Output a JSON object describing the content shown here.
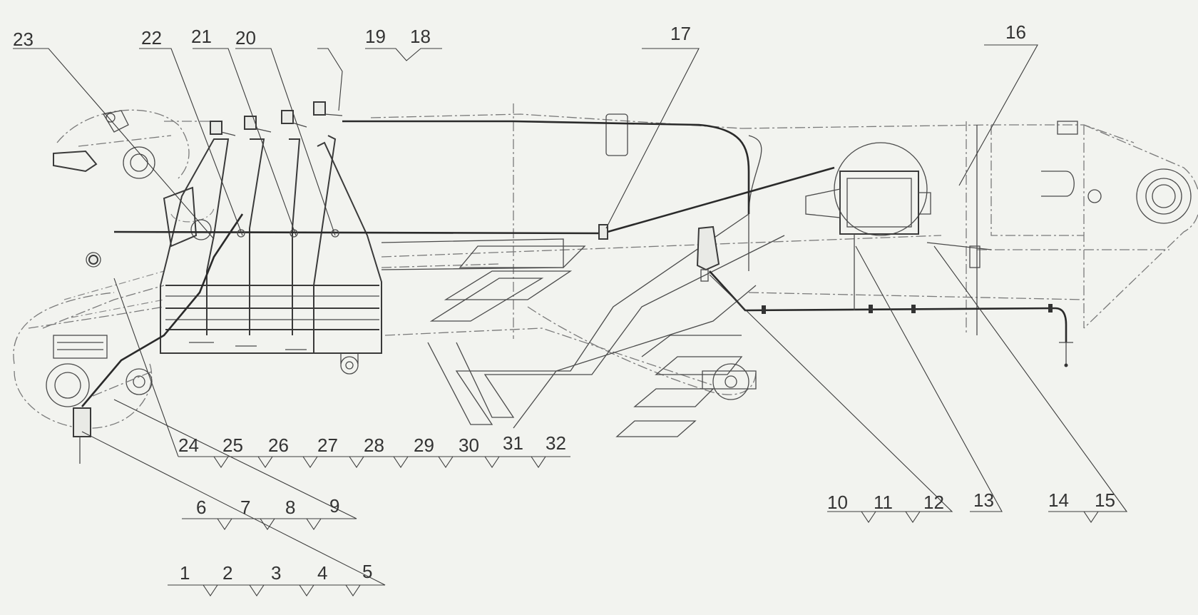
{
  "diagram": {
    "callouts": [
      "1",
      "2",
      "3",
      "4",
      "5",
      "6",
      "7",
      "8",
      "9",
      "10",
      "11",
      "12",
      "13",
      "14",
      "15",
      "16",
      "17",
      "18",
      "19",
      "20",
      "21",
      "22",
      "23",
      "24",
      "25",
      "26",
      "27",
      "28",
      "29",
      "30",
      "31",
      "32"
    ]
  },
  "colors": {
    "background": "#f2f3ef",
    "line": "#3a3a3a",
    "centerline": "#7a7a7a"
  }
}
